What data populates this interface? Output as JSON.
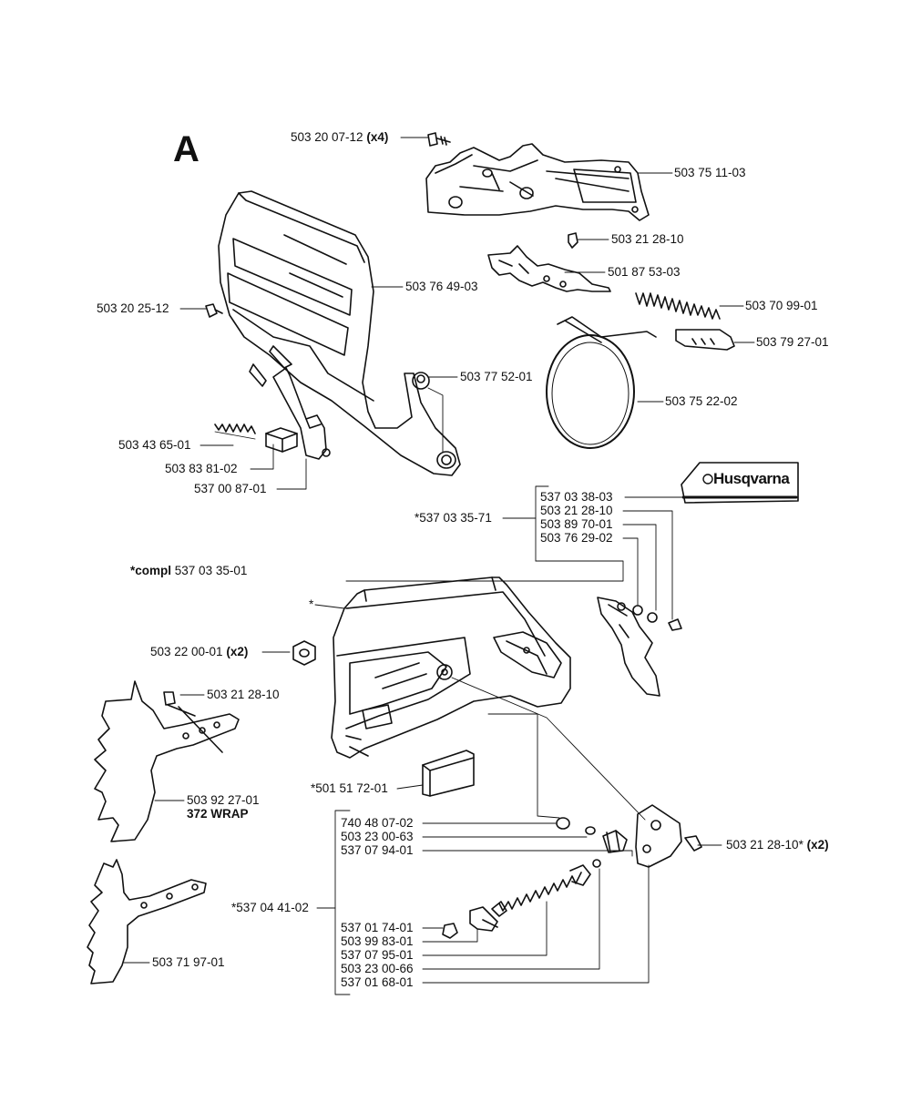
{
  "section_letter": "A",
  "brand": "Husqvarna",
  "labels": {
    "p_5032007_12": "503 20 07-12",
    "p_5032007_12_qty": "(x4)",
    "p_5037511_03": "503 75 11-03",
    "p_5032128_10_top": "503 21 28-10",
    "p_5018753_03": "501 87 53-03",
    "p_5037649_03": "503 76 49-03",
    "p_5032025_12": "503 20 25-12",
    "p_5037099_01": "503 70 99-01",
    "p_5037927_01": "503 79 27-01",
    "p_5037752_01": "503 77 52-01",
    "p_5037522_02": "503 75 22-02",
    "p_5034365_01": "503 43 65-01",
    "p_5038381_02": "503 83 81-02",
    "p_5370087_01": "537 00 87-01",
    "p_5370338_03": "537 03 38-03",
    "p_5032128_10_mid": "503 21 28-10",
    "p_5038970_01": "503 89 70-01",
    "p_5037629_02": "503 76 29-02",
    "p_5370335_71": "*537 03 35-71",
    "compl_prefix": "*compl",
    "compl_number": "537 03 35-01",
    "asterisk_mark": "*",
    "p_5032200_01": "503 22 00-01",
    "p_5032200_01_qty": "(x2)",
    "p_5032128_10_left": "503 21 28-10",
    "p_5015172_01": "*501 51 72-01",
    "p_5039227_01": "503 92 27-01",
    "wrap_name": "372 WRAP",
    "p_7404807_02": "740 48 07-02",
    "p_5032300_63": "503 23 00-63",
    "p_5370794_01": "537 07 94-01",
    "p_5032128_10_right": "503 21 28-10*",
    "p_5032128_10_right_qty": "(x2)",
    "p_5370441_02": "*537 04 41-02",
    "p_5370174_01": "537 01 74-01",
    "p_5039983_01": "503 99 83-01",
    "p_5370795_01": "537 07 95-01",
    "p_5032300_66": "503 23 00-66",
    "p_5370168_01": "537 01 68-01",
    "p_5037197_01": "503 71 97-01"
  },
  "colors": {
    "line": "#111111",
    "paper": "#ffffff"
  }
}
